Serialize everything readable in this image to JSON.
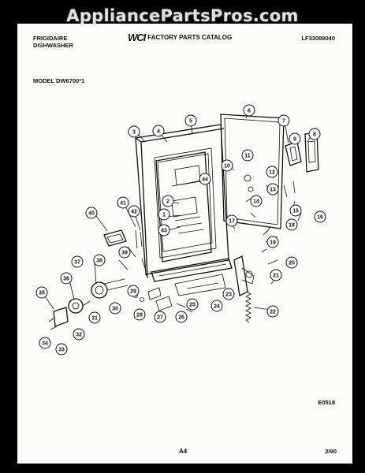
{
  "watermark": "AppliancePartsPros.com",
  "header": {
    "brand_line1": "FRIGIDAIRE",
    "brand_line2": "DISHWASHER",
    "logo": "WCI",
    "catalog": "FACTORY PARTS CATALOG",
    "catalog_number": "LF33089040",
    "model": "MODEL DW6700*1"
  },
  "footer": {
    "figure_code": "E0518",
    "page": "A4",
    "date": "2/90"
  },
  "callouts": [
    "1",
    "2",
    "3",
    "4",
    "5",
    "6",
    "7",
    "8",
    "9",
    "10",
    "11",
    "12",
    "13",
    "14",
    "15",
    "16",
    "17",
    "18",
    "19",
    "20",
    "21",
    "22",
    "23",
    "24",
    "25",
    "26",
    "27",
    "28",
    "29",
    "30",
    "31",
    "32",
    "33",
    "34",
    "35",
    "36",
    "37",
    "38",
    "39",
    "40",
    "41",
    "42",
    "43",
    "44"
  ]
}
